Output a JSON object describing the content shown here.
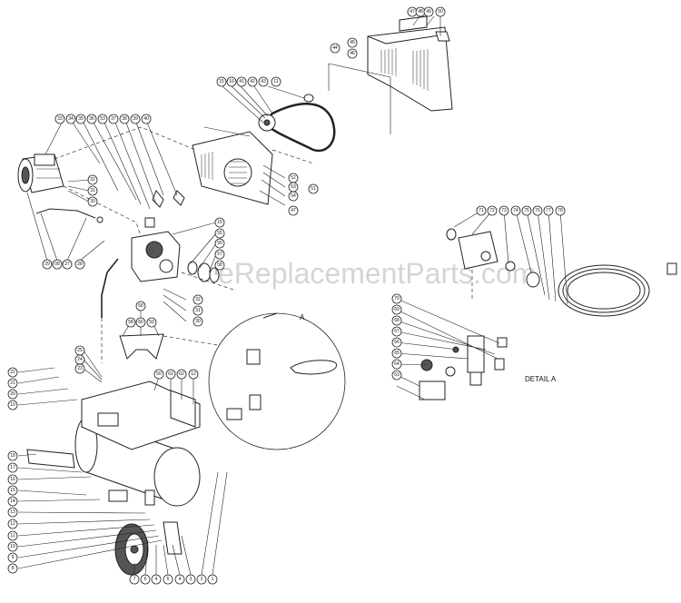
{
  "watermark": "eReplacementParts.com",
  "detail_label": "DETAIL A",
  "section_marker": "A",
  "callouts": {
    "c_47": "47",
    "c_48": "48",
    "c_49": "49",
    "c_50": "50",
    "c_44": "44",
    "c_45": "45",
    "c_46": "46",
    "c_15a": "15",
    "c_16a": "16",
    "c_41": "41",
    "c_42": "42",
    "c_43": "43",
    "c_11": "11",
    "c_52a": "52",
    "c_53a": "53",
    "c_54a": "54",
    "c_51a": "51",
    "c_47b": "47",
    "c_33": "33",
    "c_34": "34",
    "c_35": "35",
    "c_36": "36",
    "c_53b": "53",
    "c_37": "37",
    "c_38": "38",
    "c_39": "39",
    "c_40": "40",
    "c_32a": "32",
    "c_31a": "31",
    "c_30a": "30",
    "c_15b": "15",
    "c_55": "55",
    "c_56": "56",
    "c_57": "57",
    "c_58": "58",
    "c_29": "29",
    "c_08": "08",
    "c_27": "27",
    "c_28": "28",
    "c_32b": "32",
    "c_31b": "31",
    "c_30b": "30",
    "c_68": "68",
    "c_58b": "58",
    "c_60": "60",
    "c_59": "59",
    "c_25": "25",
    "c_24": "24",
    "c_23": "23",
    "c_50b": "50",
    "c_61": "61",
    "c_62": "62",
    "c_12": "12",
    "c_22": "22",
    "c_21": "21",
    "c_20": "20",
    "c_19": "19",
    "c_18": "18",
    "c_17": "17",
    "c_16b": "16",
    "c_15c": "15",
    "c_14": "14",
    "c_13": "13",
    "c_12b": "12",
    "c_11b": "11",
    "c_10": "10",
    "c_9": "9",
    "c_8": "8",
    "c_7": "7",
    "c_6": "6",
    "c_4a": "4",
    "c_5": "5",
    "c_4b": "4",
    "c_3": "3",
    "c_2": "2",
    "c_1": "1",
    "c_71": "71",
    "c_72": "72",
    "c_73": "73",
    "c_74": "74",
    "c_75": "75",
    "c_76": "76",
    "c_77": "77",
    "c_78": "78",
    "c_70": "70",
    "c_69": "69",
    "c_68b": "68",
    "c_67": "67",
    "c_66": "66",
    "c_65": "65",
    "c_64": "64",
    "c_63": "63"
  }
}
